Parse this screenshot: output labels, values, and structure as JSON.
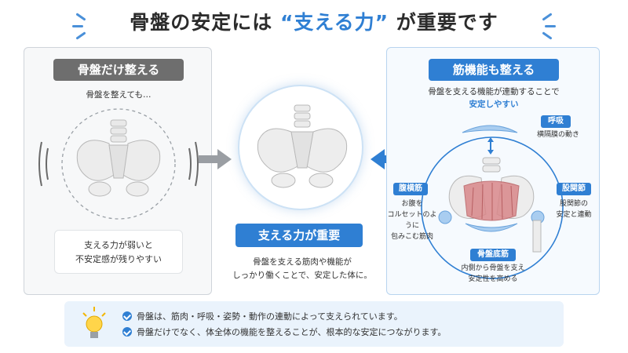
{
  "title": {
    "prefix": "骨盤の安定には ",
    "highlight": "“支える力”",
    "suffix": " が重要です"
  },
  "left": {
    "tag": "骨盤だけ整える",
    "subtitle": "骨盤を整えても…",
    "bubble_line1": "支える力が弱いと",
    "bubble_line2": "不安定感が残りやすい"
  },
  "center": {
    "tag": "支える力が重要",
    "desc_line1": "骨盤を支える筋肉や機能が",
    "desc_line2": "しっかり働くことで、安定した体に。"
  },
  "right": {
    "tag": "筋機能も整える",
    "subtitle_line1": "骨盤を支える機能が連動することで",
    "subtitle_line2": "安定しやすい",
    "labels": {
      "breath": {
        "title": "呼吸",
        "desc": "横隔膜の動き"
      },
      "abdominal": {
        "title": "腹横筋",
        "desc1": "お腹を",
        "desc2": "コルセットのように",
        "desc3": "包みこむ筋肉"
      },
      "hip": {
        "title": "股関節",
        "desc1": "股関節の",
        "desc2": "安定と連動"
      },
      "pelvic_floor": {
        "title": "骨盤底筋",
        "desc1": "内側から骨盤を支え",
        "desc2": "安定性を高める"
      }
    }
  },
  "bottom": {
    "line1": "骨盤は、筋肉・呼吸・姿勢・動作の連動によって支えられています。",
    "line2": "骨盤だけでなく、体全体の機能を整えることが、根本的な安定につながります。"
  },
  "colors": {
    "accent": "#2f7fd3",
    "gray_tag": "#6e6e6e",
    "muscle": "#d9878a"
  }
}
